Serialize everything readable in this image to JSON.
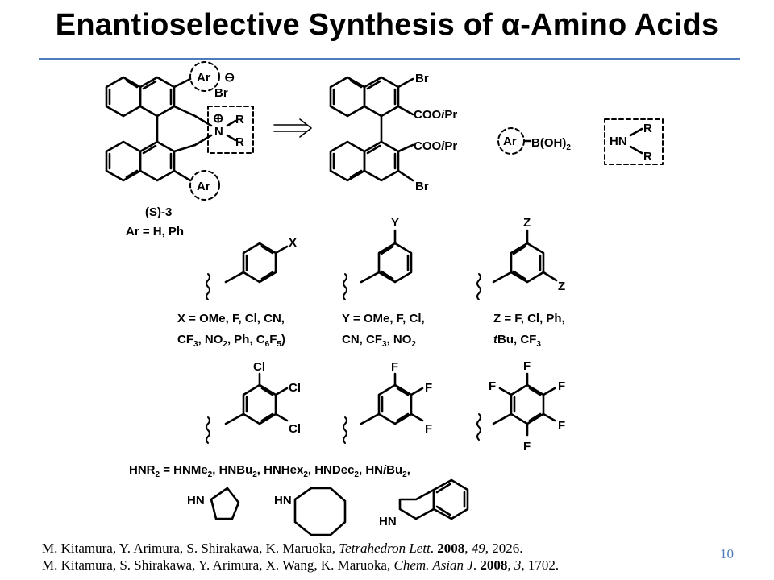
{
  "slide": {
    "title": "Enantioselective Synthesis of α-Amino Acids",
    "page_number": "10",
    "accent_color": "#4f7bb8"
  },
  "catalyst": {
    "ar": "Ar",
    "br": "Br",
    "charge_minus": "⊖",
    "charge_plus": "⊕",
    "n": "N",
    "r_top": "R",
    "r_bottom": "R",
    "ar_bottom": "Ar",
    "label": "(S)-3",
    "ar_def": "Ar = H, Ph"
  },
  "retro_arrow": "⟹",
  "precursors": {
    "br_top": "Br",
    "ester_top_prefix": "COO",
    "ester_top_i": "i",
    "ester_top_suffix": "Pr",
    "ester_bottom_prefix": "COO",
    "ester_bottom_i": "i",
    "ester_bottom_suffix": "Pr",
    "br_bottom": "Br",
    "boronic_ar": "Ar",
    "boronic_main": "B(OH)",
    "boronic_sub": "2",
    "amine_hn": "HN",
    "amine_r1": "R",
    "amine_r2": "R"
  },
  "aryl_groups": {
    "para_sub": "X",
    "meta_sub": "Y",
    "dimeta_z1": "Z",
    "dimeta_z2": "Z",
    "x_line1": "X = OMe, F, Cl, CN,",
    "x_line2_a": "CF",
    "x_line2_b": "3",
    "x_line2_c": ", NO",
    "x_line2_d": "2",
    "x_line2_e": ", Ph, C",
    "x_line2_f": "6",
    "x_line2_g": "F",
    "x_line2_h": "5",
    "x_line2_i": ")",
    "y_line1": "Y = OMe, F, Cl,",
    "y_line2_a": "CN, CF",
    "y_line2_b": "3",
    "y_line2_c": ", NO",
    "y_line2_d": "2",
    "z_line1": "Z = F, Cl, Ph,",
    "z_line2_a": "t",
    "z_line2_b": "Bu, CF",
    "z_line2_c": "3",
    "cl_1": "Cl",
    "cl_2": "Cl",
    "cl_3": "Cl",
    "f3_1": "F",
    "f3_2": "F",
    "f3_3": "F",
    "f5_1": "F",
    "f5_2": "F",
    "f5_3": "F",
    "f5_4": "F",
    "f5_5": "F"
  },
  "amines": {
    "line_a": "HNR",
    "line_b": "2",
    "line_c": " = HNMe",
    "line_d": "2",
    "line_e": ", HNBu",
    "line_f": "2",
    "line_g": ", HNHex",
    "line_h": "2",
    "line_i": ", HNDec",
    "line_j": "2",
    "line_k": ", HN",
    "line_l": "i",
    "line_m": "Bu",
    "line_n": "2",
    "line_o": ",",
    "pyrrolidine_hn": "HN",
    "azocane_hn": "HN",
    "thiq_hn": "HN"
  },
  "references": [
    {
      "authors": "M. Kitamura, Y. Arimura, S. Shirakawa, K. Maruoka, ",
      "journal": "Tetrahedron Lett",
      "after_journal": ". ",
      "year": "2008",
      "sep": ", ",
      "volume": "49",
      "pages": ", 2026."
    },
    {
      "authors": "M. Kitamura, S. Shirakawa, Y. Arimura, X. Wang, K. Maruoka, ",
      "journal": "Chem. Asian J",
      "after_journal": ". ",
      "year": "2008",
      "sep": ", ",
      "volume": "3",
      "pages": ", 1702."
    }
  ]
}
